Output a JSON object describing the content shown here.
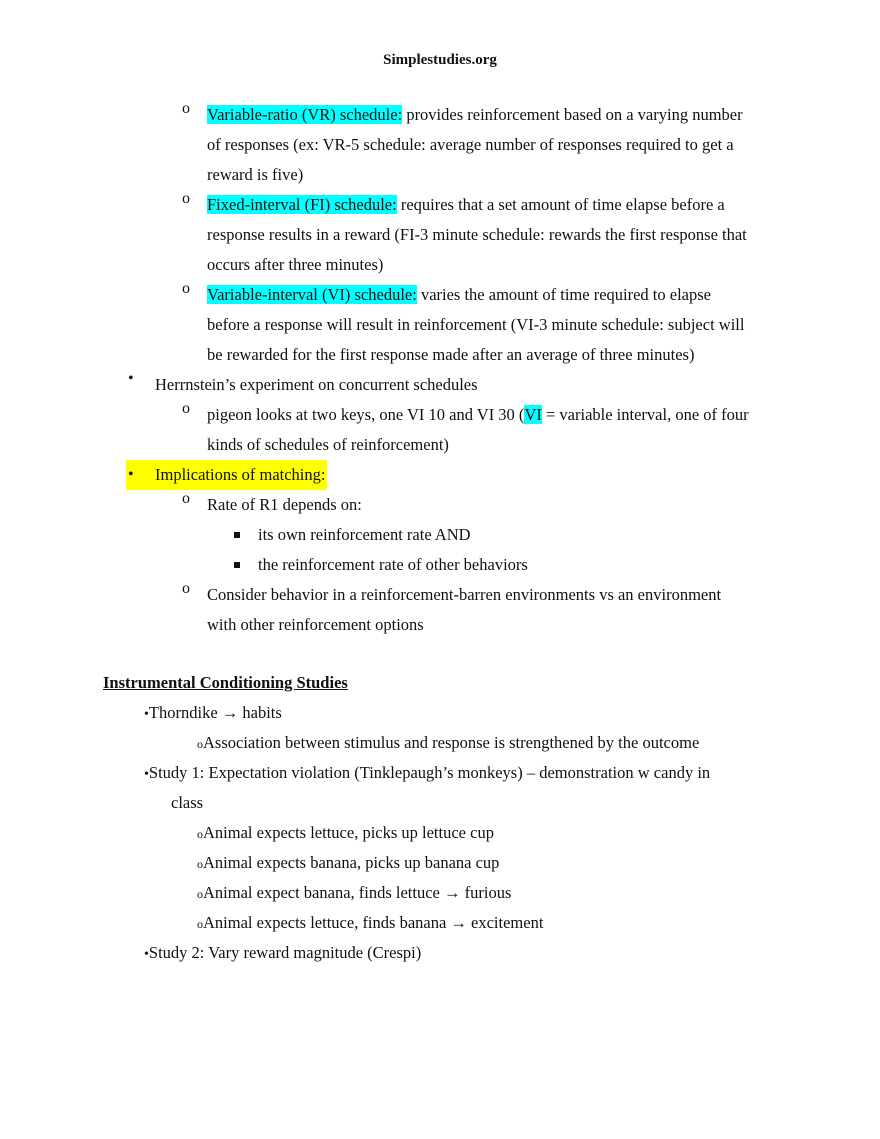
{
  "header": "Simplestudies.org",
  "schedules": [
    {
      "label": "Variable-ratio (VR) schedule:",
      "lines": [
        " provides reinforcement based on a varying number",
        "of responses (ex: VR-5 schedule: average number of responses required to get a",
        "reward is five)"
      ]
    },
    {
      "label": "Fixed-interval (FI) schedule:",
      "lines": [
        " requires that a set amount of time elapse before a",
        "response results in a reward (FI-3 minute schedule: rewards the first response that",
        "occurs after three minutes)"
      ]
    },
    {
      "label": "Variable-interval (VI) schedule:",
      "lines": [
        " varies the amount of time required to elapse",
        "before a response will result in reinforcement (VI-3 minute schedule: subject will",
        "be rewarded for the first response made after an average of three minutes)"
      ]
    }
  ],
  "herrnstein": {
    "title": "Herrnstein’s experiment on concurrent schedules",
    "line1_pre": "pigeon looks at two keys, one VI 10 and VI 30 (",
    "line1_hl": "VI",
    "line1_post": " = variable interval, one of four",
    "line2": "kinds of schedules of reinforcement)"
  },
  "implications": {
    "title": "Implications of matching:",
    "rate_label": "Rate of R1 depends on:",
    "rate_items": [
      "its own reinforcement rate AND",
      "the reinforcement rate of other behaviors"
    ],
    "consider_lines": [
      "Consider behavior in a reinforcement-barren environments vs an environment",
      "with other reinforcement options"
    ]
  },
  "section": {
    "title": "Instrumental Conditioning Studies",
    "thorndike": "Thorndike → habits",
    "thorndike_sub": "Association between stimulus and response is strengthened by the outcome",
    "study1_line1": "Study 1: Expectation violation (Tinklepaugh’s monkeys) – demonstration w candy in",
    "study1_line2": "class",
    "study1_items": [
      "Animal expects lettuce, picks up lettuce cup",
      "Animal expects banana, picks up banana cup",
      "Animal expect banana, finds lettuce → furious",
      "Animal expects lettuce, finds banana → excitement"
    ],
    "study2": "Study 2: Vary reward magnitude (Crespi)"
  },
  "markers": {
    "circle": "o",
    "dot": "•"
  },
  "colors": {
    "highlight_cyan": "#00ffff",
    "highlight_yellow": "#ffff00"
  }
}
